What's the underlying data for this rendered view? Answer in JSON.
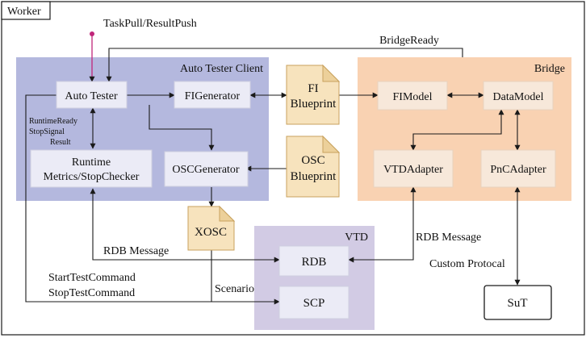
{
  "diagram": {
    "worker": "Worker",
    "task_pull": "TaskPull/ResultPush",
    "bridge_ready": "BridgeReady",
    "groups": {
      "auto_tester_client": "Auto Tester Client",
      "bridge": "Bridge",
      "vtd": "VTD"
    },
    "nodes": {
      "auto_tester": "Auto Tester",
      "fi_generator": "FIGenerator",
      "runtime_line1": "Runtime",
      "runtime_line2": "Metrics/StopChecker",
      "osc_generator": "OSCGenerator",
      "fi_blueprint_line1": "FI",
      "fi_blueprint_line2": "Blueprint",
      "osc_blueprint_line1": "OSC",
      "osc_blueprint_line2": "Blueprint",
      "xosc": "XOSC",
      "fi_model": "FIModel",
      "data_model": "DataModel",
      "vtd_adapter": "VTDAdapter",
      "pnc_adapter": "PnCAdapter",
      "rdb": "RDB",
      "scp": "SCP",
      "sut": "SuT"
    },
    "edge_labels": {
      "runtime_ready": "RuntimeReady",
      "stop_signal": "StopSignal",
      "result": "Result",
      "rdb_message_left": "RDB Message",
      "rdb_message_right": "RDB Message",
      "custom_protocol": "Custom Protocal",
      "start_test": "StartTestCommand",
      "stop_test": "StopTestCommand",
      "scenario": "Scenario"
    },
    "colors": {
      "client_group": "#b4b8de",
      "bridge_group": "#f9d2b2",
      "vtd_group": "#d2cbe4",
      "document": "#f7e3bd",
      "document_stroke": "#c9a25e",
      "task_line": "#c0267a"
    }
  }
}
